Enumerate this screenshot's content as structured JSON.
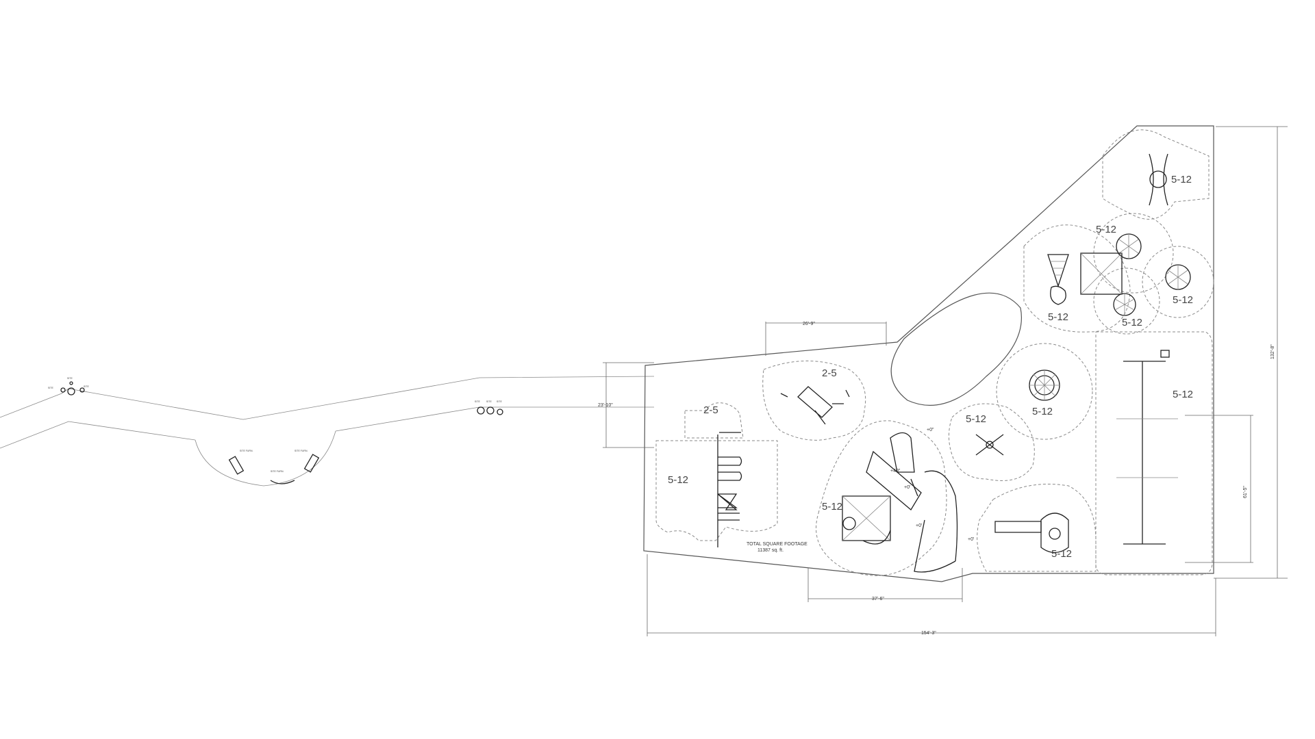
{
  "zones": {
    "z1": "5-12",
    "z2": "5-12",
    "z3": "5-12",
    "z4": "5-12",
    "z5": "5-12",
    "z6": "2-5",
    "z7": "5-12",
    "z8": "5-12",
    "z9": "2-5",
    "z10": "5-12",
    "z11": "5-12",
    "z12": "5-12",
    "z13": "5-12"
  },
  "dimensions": {
    "top_width": "26'-9\"",
    "left_height": "23'-10\"",
    "right_height": "132'-8\"",
    "mid_right": "61'-5\"",
    "bottom_inner": "37'-6\"",
    "bottom_total": "154'-3\""
  },
  "spot_elevations": {
    "e1": "+0\"",
    "e2": "+40\"",
    "e3": "+0'",
    "e4": "+0'",
    "e5": "+0'"
  },
  "footage": {
    "title": "TOTAL SQUARE FOOTAGE",
    "value": "11387 sq. ft."
  }
}
